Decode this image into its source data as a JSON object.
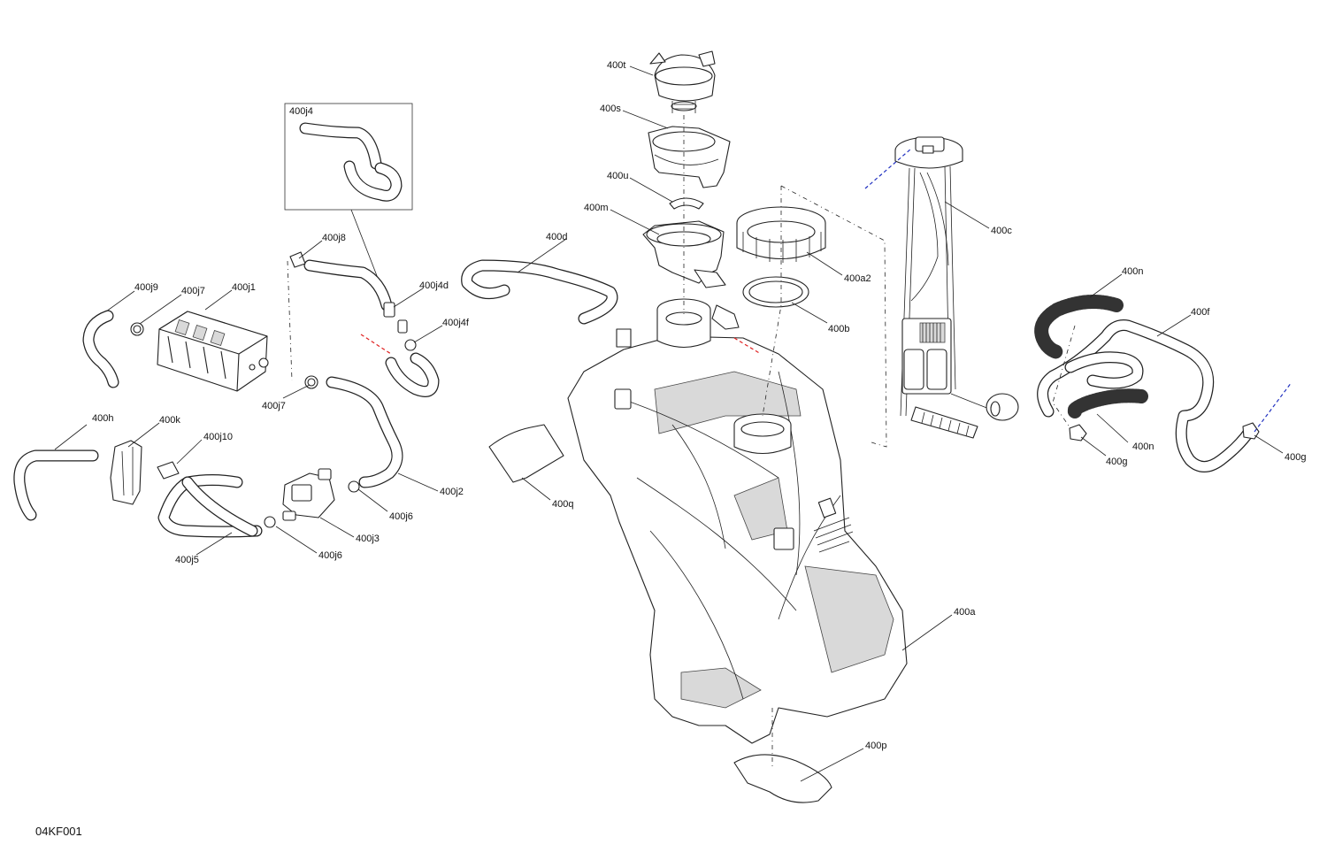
{
  "drawing_id": "04KF001",
  "callouts": {
    "c400t": "400t",
    "c400s": "400s",
    "c400u": "400u",
    "c400m": "400m",
    "c400d": "400d",
    "c400a2": "400a2",
    "c400b": "400b",
    "c400c": "400c",
    "c400n_top": "400n",
    "c400f": "400f",
    "c400n_bottom": "400n",
    "c400g_left": "400g",
    "c400g_right": "400g",
    "c400q": "400q",
    "c400a": "400a",
    "c400p": "400p",
    "c400j4": "400j4",
    "c400j8": "400j8",
    "c400j4d": "400j4d",
    "c400j4f": "400j4f",
    "c400j9": "400j9",
    "c400j7_top": "400j7",
    "c400j1": "400j1",
    "c400j7_bottom": "400j7",
    "c400h": "400h",
    "c400k": "400k",
    "c400j10": "400j10",
    "c400j2": "400j2",
    "c400j6_right": "400j6",
    "c400j3": "400j3",
    "c400j6_bottom": "400j6",
    "c400j5": "400j5"
  }
}
